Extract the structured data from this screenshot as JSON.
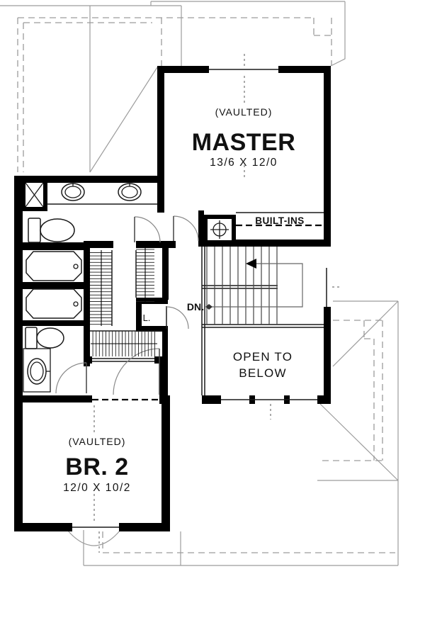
{
  "labels": {
    "master": {
      "vaulted": "(VAULTED)",
      "name": "MASTER",
      "dims": "13/6 X 12/0"
    },
    "bedroom2": {
      "vaulted": "(VAULTED)",
      "name": "BR. 2",
      "dims": "12/0 X 10/2"
    },
    "open_to_below": {
      "line1": "OPEN TO",
      "line2": "BELOW"
    },
    "builtins": "BUILT-INS",
    "stairs_down": "DN.",
    "linen_closet": "L."
  },
  "colors": {
    "wall": "#000000",
    "ink": "#1a1a1a",
    "roof": "#9c9c9c",
    "paper": "#ffffff"
  }
}
